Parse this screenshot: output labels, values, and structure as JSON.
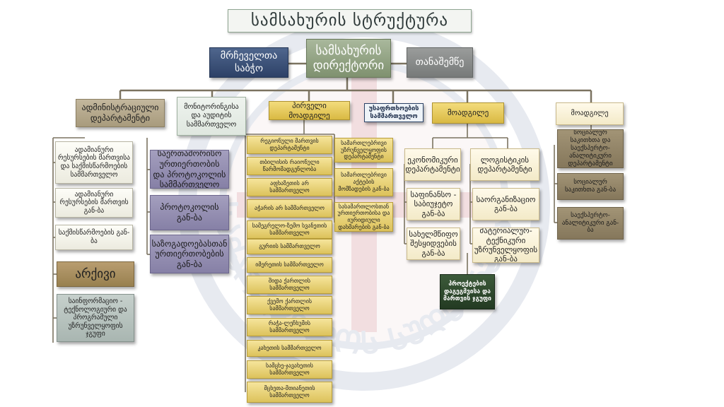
{
  "colors": {
    "navy": "#2d4167",
    "gold": "#dcc25b",
    "khaki": "#a89b7d",
    "lilac": "#8680a6",
    "line": "#7b7360",
    "watermark": "#6f7fa8"
  },
  "title": "სამსახურის სტრუქტურა",
  "watermark": {
    "icon": "emblem-icon",
    "text_bottom": "ᲡᲐᲥᲐᲠᲗᲕᲔᲚᲝᲡ ᲡᲣᲓᲡᲔᲠᲕᲘᲡᲘ"
  },
  "top": {
    "director": "სამსახურის დირექტორი",
    "council": "მრჩეველთა საბჭო",
    "deputy": "თანაშემწე"
  },
  "branches": {
    "admin_dept": "ადმინისტრაციული დეპარტამენტი",
    "monitoring": "მონიტორინგისა და აუდიტის სამმართველო",
    "first_deputy": "პირველი მოადგილე",
    "security": "უსაფრთხოების სამმართველო",
    "deputy2": "მოადგილე",
    "deputy3": "მოადგილე"
  },
  "admin_items": [
    "ადამიანური რესურსების მართვისა და საქმისწარმოების სამმართველო",
    "ადამიანური რესურსების მართვის გან-ბა",
    "საქმისწარმოების გან-ბა"
  ],
  "archive": "არქივი",
  "it_unit": "საინფორმაციო - ტექნოლოგიური და პროგრამული უზრუნველყოფის ჯგუფი",
  "intl": [
    "საერთაშორისო ურთიერთობის და პროტოკოლის სამმართველო",
    "პროტოკოლის გან-ბა",
    "საზოგადოებასთან ურთიერთობების გან-ბა"
  ],
  "regional": [
    "რეგიონული მართვის დეპარტამენტი",
    "თბილისის რაიონული წარმომადგენლობა",
    "აფხაზეთის არ სამმართველო",
    "აჭარის არ სამმართველო",
    "სამეგრელო-ზემო სვანეთის სამმართველო",
    "გურიის სამმართველო",
    "იმერეთის სამმართველო",
    "შიდა ქართლის სამმართველო",
    "ქვემო ქართლის სამმართველო",
    "რაჭა-ლეჩხუმის სამმართველო",
    "კახეთის სამმართველო",
    "სამცხე-ჯავახეთის სამმართველო",
    "მცხეთა-მთიანეთის სამმართველო"
  ],
  "legal": [
    "სამართლებრივი უზრუნველყოფის დეპარტამენტი",
    "სამართლებრივი აქტების მომზადების გან-ბა",
    "სასამართლოსთან ურთიერთობისა და იურიდიული დახმარების გან-ბა"
  ],
  "economic": [
    "ეკონომიკური დეპარტამენტი",
    "საფინანსო - საბიუჯეტო გან-ბა",
    "სახელმწიფო შესყიდვების გან-ბა"
  ],
  "logistics": [
    "ლოგისტიკის დეპარტამენტი",
    "საორგანიზაციო გან-ბა",
    "მატერიალურ-ტექნიკური უზრუნველყოფის გან-ბა"
  ],
  "project_unit": "პროექტების დაგეგმვისა და მართვის ჯგუფი",
  "social": [
    "სოციალურ საკითხთა და საექსპერტო-ანალიტიკური დეპარტამენტი",
    "სოციალურ საკითხთა გან-ბა",
    "საექსპერტო-ანალიტიკური გან-ბა"
  ]
}
